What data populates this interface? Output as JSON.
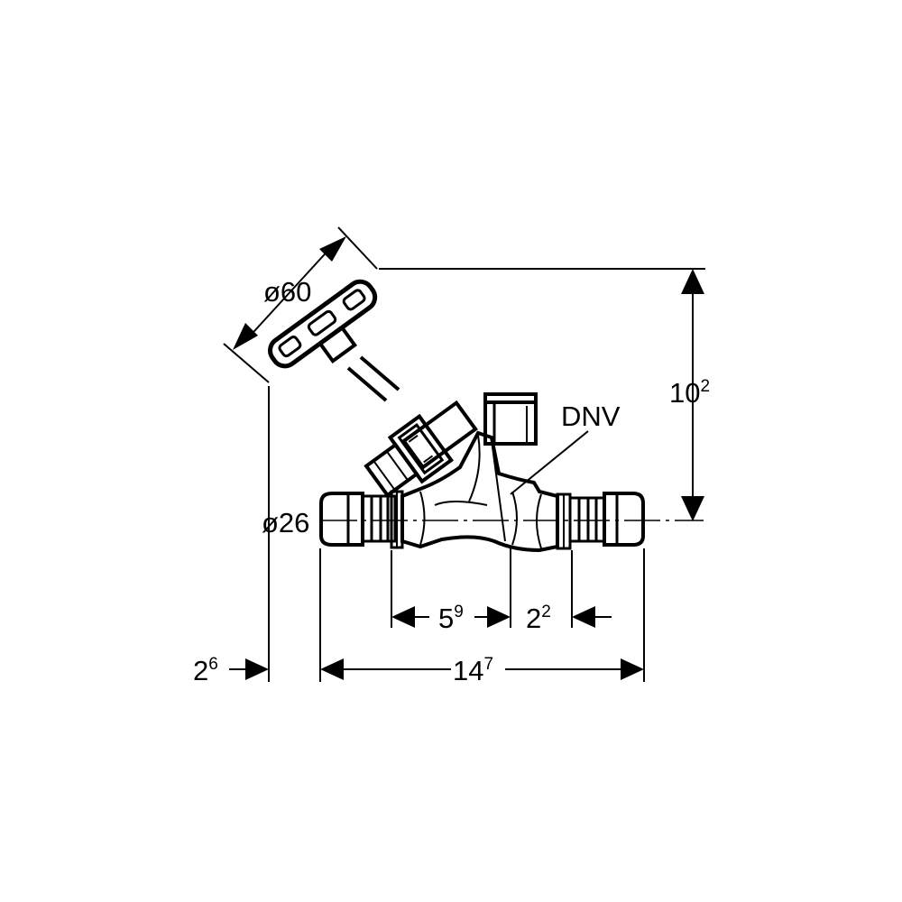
{
  "diagram": {
    "labels": {
      "handwheel_diameter": "ø60",
      "pipe_diameter": "ø26",
      "label_dnv": "DNV",
      "height": {
        "base": "10",
        "sup": "2"
      },
      "overall_length": {
        "base": "14",
        "sup": "7"
      },
      "body_length": {
        "base": "5",
        "sup": "9"
      },
      "outlet_length": {
        "base": "2",
        "sup": "2"
      },
      "wheel_offset": {
        "base": "2",
        "sup": "6"
      }
    }
  }
}
